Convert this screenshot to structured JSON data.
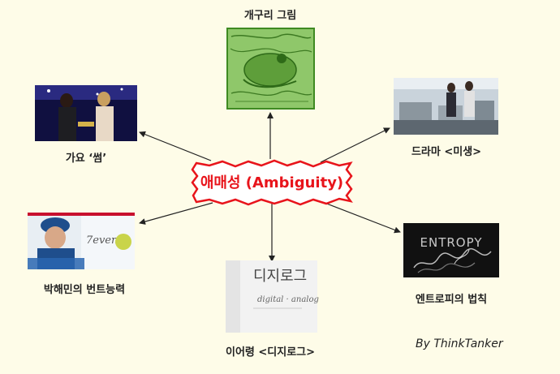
{
  "center": {
    "label": "애매성 (Ambiguity)",
    "text_color": "#E8141B",
    "border_color": "#E8141B"
  },
  "nodes": [
    {
      "id": "frog",
      "label": "개구리 그림"
    },
    {
      "id": "drama",
      "label": "드라마 <미생>"
    },
    {
      "id": "entropy",
      "label": "엔트로피의 법칙",
      "image_text": "ENTROPY"
    },
    {
      "id": "digilog",
      "label": "이어령 <디지로그>",
      "image_text": "디지로그",
      "image_subtext": "digital · analog"
    },
    {
      "id": "baseball",
      "label": "박해민의 번트능력",
      "image_text": "7even"
    },
    {
      "id": "song",
      "label": "가요 ‘썸’"
    }
  ],
  "credit": "By ThinkTanker",
  "colors": {
    "background": "#FEFCE8",
    "arrow": "#222222",
    "frog_green": "#4E9A2E"
  }
}
